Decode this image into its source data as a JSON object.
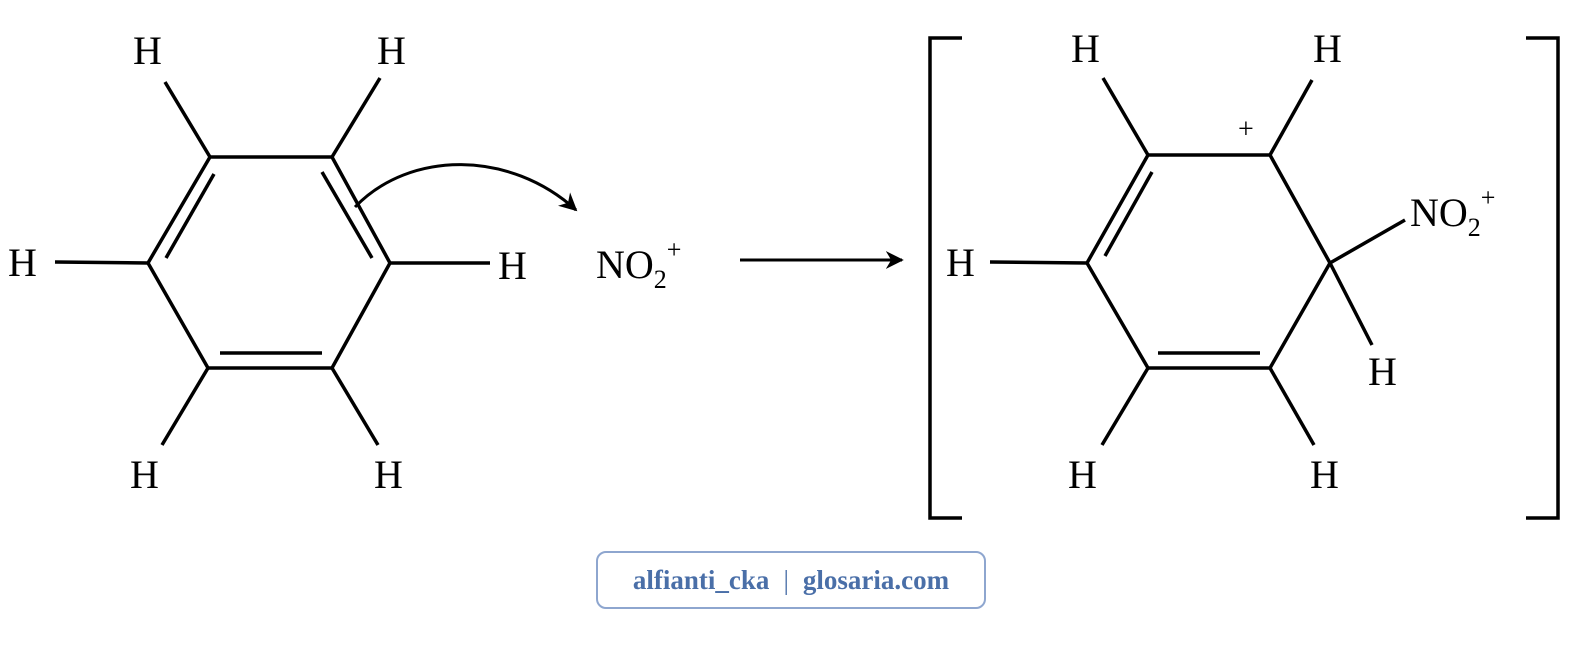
{
  "atom_label": "H",
  "reagent": {
    "main": "NO",
    "subscript": "2",
    "charge": "+"
  },
  "intermediate_charge": "+",
  "watermark": {
    "author": "alfianti_cka",
    "separator": "|",
    "site": "glosaria.com"
  }
}
